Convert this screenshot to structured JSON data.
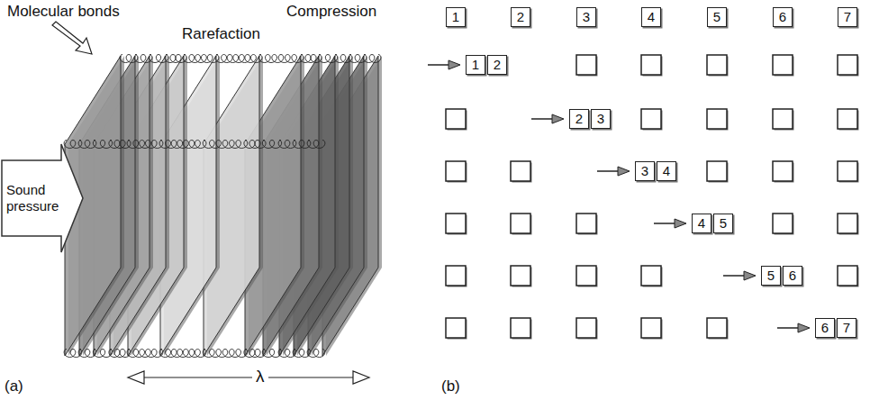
{
  "diagram": {
    "nodes": [
      {
        "text": [
          "Sound pressure"
        ]
      },
      {
        "text": [
          "1"
        ]
      },
      {
        "text": [
          "2"
        ]
      },
      {
        "text": [
          "3"
        ]
      },
      {
        "text": [
          "4"
        ]
      },
      {
        "text": [
          "5"
        ]
      },
      {
        "text": [
          "6"
        ]
      },
      {
        "text": [
          "7"
        ]
      },
      {
        "text": [
          "1"
        ]
      },
      {
        "text": [
          "2"
        ]
      },
      {
        "text": [
          "2"
        ]
      },
      {
        "text": [
          "3"
        ]
      },
      {
        "text": [
          "3"
        ]
      },
      {
        "text": [
          "4"
        ]
      },
      {
        "text": [
          "4"
        ]
      },
      {
        "text": [
          "5"
        ]
      },
      {
        "text": [
          "5"
        ]
      },
      {
        "text": [
          "6"
        ]
      },
      {
        "text": [
          "6"
        ]
      },
      {
        "text": [
          "7"
        ]
      }
    ],
    "labels": [
      "Molecular bonds",
      "Rarefaction",
      "Compression",
      "λ",
      "(a)",
      "(b)"
    ]
  }
}
